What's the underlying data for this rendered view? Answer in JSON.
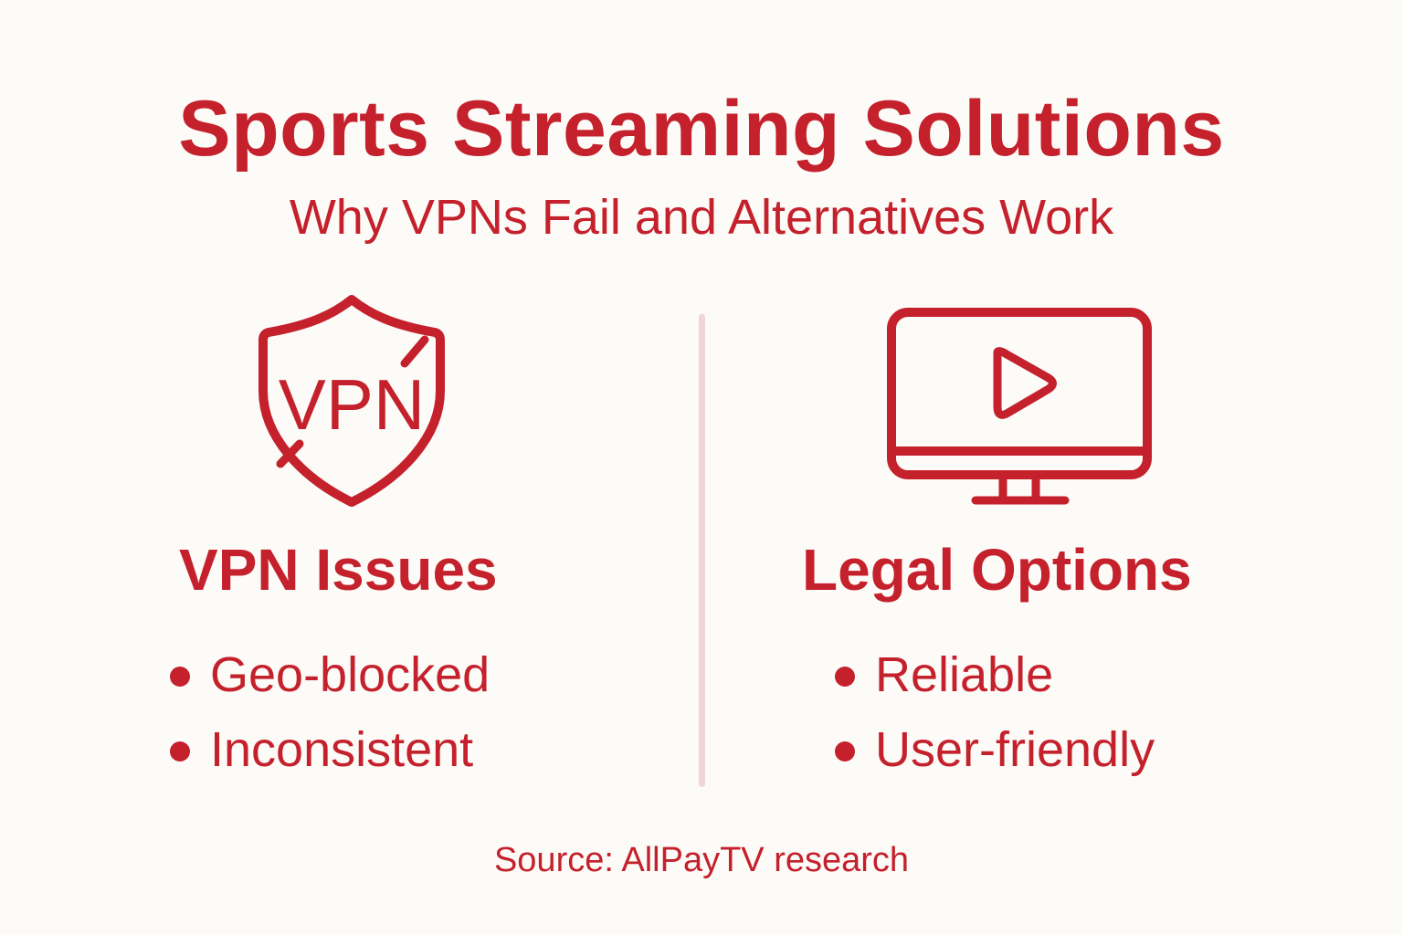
{
  "header": {
    "title": "Sports Streaming Solutions",
    "subtitle": "Why VPNs Fail and Alternatives Work"
  },
  "left_column": {
    "icon": "vpn-shield-icon",
    "icon_text": "VPN",
    "heading": "VPN Issues",
    "items": [
      "Geo-blocked",
      "Inconsistent"
    ]
  },
  "right_column": {
    "icon": "monitor-play-icon",
    "heading": "Legal Options",
    "items": [
      "Reliable",
      "User-friendly"
    ]
  },
  "footer": {
    "source": "Source: AllPayTV research"
  },
  "colors": {
    "accent": "#c4212c",
    "background": "#fdfbf8",
    "divider": "#f0d6d6"
  }
}
